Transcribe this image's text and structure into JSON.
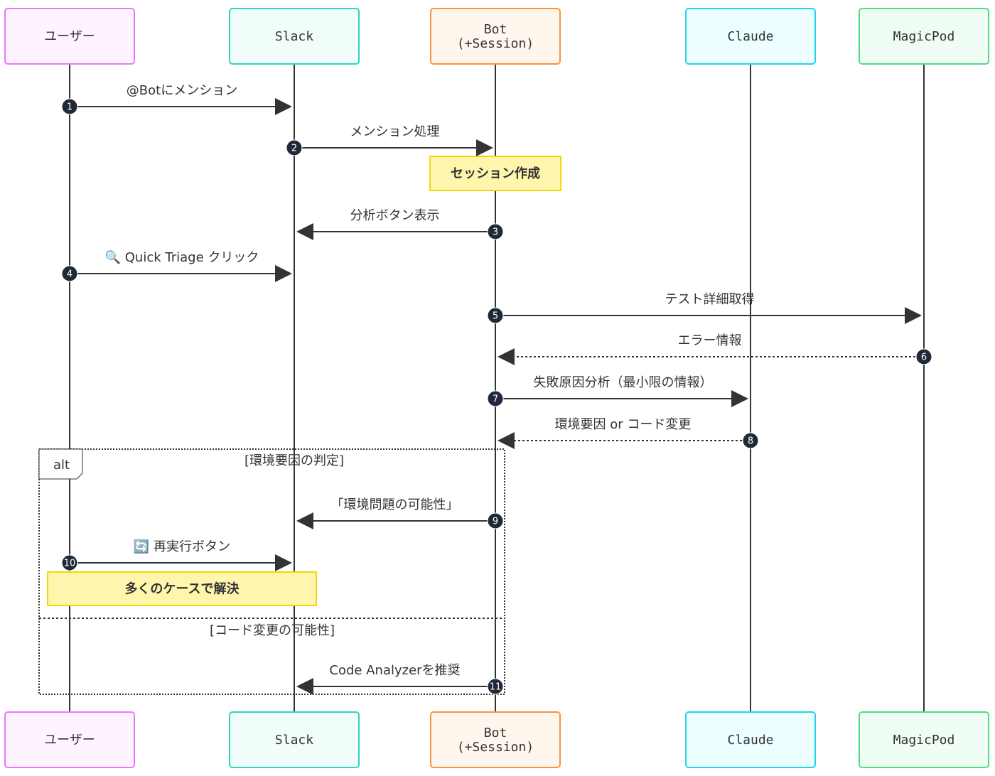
{
  "actors": [
    {
      "id": "user",
      "label": "ユーザー",
      "fill": "#fdf4ff",
      "stroke": "#e879f9"
    },
    {
      "id": "slack",
      "label": "Slack",
      "fill": "#f0fdfa",
      "stroke": "#2dd4bf"
    },
    {
      "id": "bot",
      "label": "Bot\n(+Session)",
      "fill": "#fff7ed",
      "stroke": "#fb923c"
    },
    {
      "id": "claude",
      "label": "Claude",
      "fill": "#ecfeff",
      "stroke": "#22d3ee"
    },
    {
      "id": "magicpod",
      "label": "MagicPod",
      "fill": "#f0fdf4",
      "stroke": "#4ade80"
    }
  ],
  "messages": [
    {
      "num": "1",
      "from": "user",
      "to": "slack",
      "label": "@Botにメンション",
      "dashed": false
    },
    {
      "num": "2",
      "from": "slack",
      "to": "bot",
      "label": "メンション処理",
      "dashed": false
    },
    {
      "num": "3",
      "from": "bot",
      "to": "slack",
      "label": "分析ボタン表示",
      "dashed": false
    },
    {
      "num": "4",
      "from": "user",
      "to": "slack",
      "label": "🔍 Quick Triage クリック",
      "dashed": false
    },
    {
      "num": "5",
      "from": "bot",
      "to": "magicpod",
      "label": "テスト詳細取得",
      "dashed": false
    },
    {
      "num": "6",
      "from": "magicpod",
      "to": "bot",
      "label": "エラー情報",
      "dashed": true
    },
    {
      "num": "7",
      "from": "bot",
      "to": "claude",
      "label": "失敗原因分析（最小限の情報）",
      "dashed": false
    },
    {
      "num": "8",
      "from": "claude",
      "to": "bot",
      "label": "環境要因 or コード変更",
      "dashed": true
    },
    {
      "num": "9",
      "from": "bot",
      "to": "slack",
      "label": "「環境問題の可能性」",
      "dashed": false
    },
    {
      "num": "10",
      "from": "user",
      "to": "slack",
      "label": "🔄 再実行ボタン",
      "dashed": false
    },
    {
      "num": "11",
      "from": "bot",
      "to": "slack",
      "label": "Code Analyzerを推奨",
      "dashed": false
    }
  ],
  "notes": [
    {
      "label": "セッション作成",
      "over": [
        "bot"
      ]
    },
    {
      "label": "多くのケースで解決",
      "over": [
        "user",
        "slack"
      ]
    }
  ],
  "alt": {
    "label": "alt",
    "conditions": [
      "[環境要因の判定]",
      "[コード変更の可能性]"
    ]
  },
  "colors": {
    "line": "#333333",
    "note_fill": "#fff5ad",
    "note_stroke": "#f5d60a",
    "badge_fill": "#1f2937"
  }
}
